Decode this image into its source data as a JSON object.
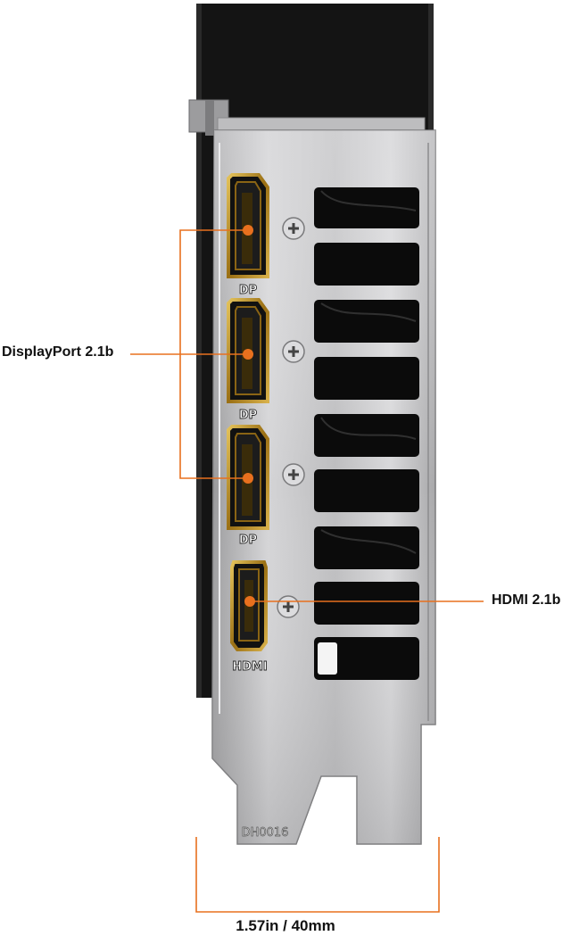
{
  "callouts": {
    "displayport": "DisplayPort 2.1b",
    "hdmi": "HDMI 2.1b"
  },
  "port_labels": {
    "dp_1": "DP",
    "dp_2": "DP",
    "dp_3": "DP",
    "hdmi": "HDMI"
  },
  "bracket_code": "DH0016",
  "dimension": "1.57in / 40mm",
  "colors": {
    "accent": "#e8701e",
    "bracket": "#c2c2c4",
    "port_gold": "#b88a1e",
    "card_body": "#141414"
  }
}
